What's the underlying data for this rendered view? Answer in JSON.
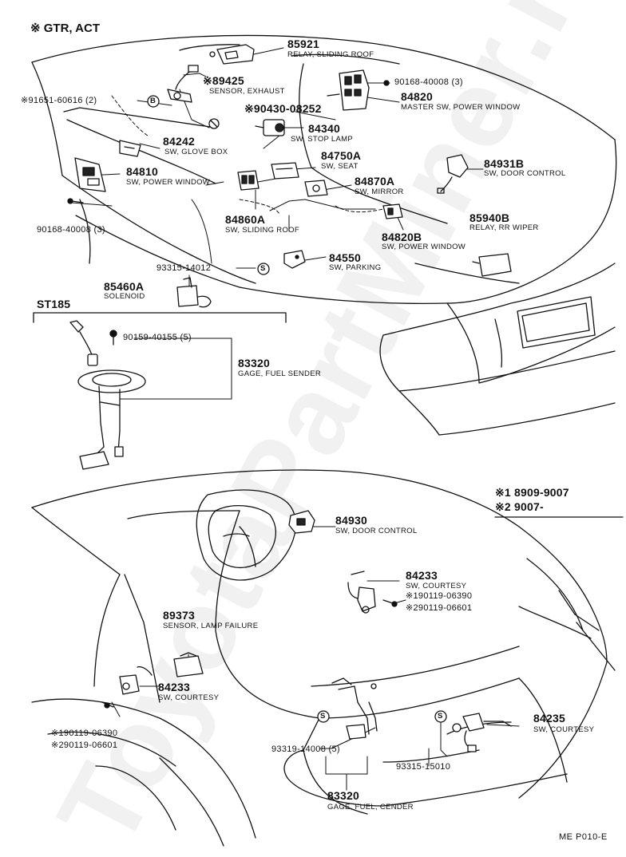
{
  "header": {
    "variant_top": "※ GTR, ACT",
    "variant_mid": "ST185"
  },
  "legend": {
    "note1": "※1  8909-9007",
    "note2": "※2  9007-"
  },
  "footer": {
    "page_code": "ME P010-E"
  },
  "watermark": "ToyotaPartMiner.ru",
  "parts": {
    "p85921": {
      "number": "85921",
      "desc": "RELAY, SLIDING ROOF"
    },
    "p89425": {
      "number": "※89425",
      "desc": "SENSOR, EXHAUST"
    },
    "p91651": {
      "number": "※91651-60616 (2)"
    },
    "p90168a": {
      "number": "90168-40008 (3)"
    },
    "p84820": {
      "number": "84820",
      "desc": "MASTER SW, POWER WINDOW"
    },
    "p90430": {
      "number": "※90430-08252"
    },
    "p84340": {
      "number": "84340",
      "desc": "SW, STOP LAMP"
    },
    "p84242": {
      "number": "84242",
      "desc": "SW, GLOVE BOX"
    },
    "p84750A": {
      "number": "84750A",
      "desc": "SW, SEAT"
    },
    "p84931B": {
      "number": "84931B",
      "desc": "SW, DOOR CONTROL"
    },
    "p84810": {
      "number": "84810",
      "desc": "SW, POWER WINDOW"
    },
    "p84870A": {
      "number": "84870A",
      "desc": "SW, MIRROR"
    },
    "p90168b": {
      "number": "90168-40008 (3)"
    },
    "p84860A": {
      "number": "84860A",
      "desc": "SW, SLIDING ROOF"
    },
    "p85940B": {
      "number": "85940B",
      "desc": "RELAY, RR WIPER"
    },
    "p84820B": {
      "number": "84820B",
      "desc": "SW, POWER WINDOW"
    },
    "p93315a": {
      "number": "93315-14012"
    },
    "p84550": {
      "number": "84550",
      "desc": "SW, PARKING"
    },
    "p85460A": {
      "number": "85460A",
      "desc": "SOLENOID"
    },
    "p90159": {
      "number": "90159-40155 (5)"
    },
    "p83320a": {
      "number": "83320",
      "desc": "GAGE, FUEL SENDER"
    },
    "p84930": {
      "number": "84930",
      "desc": "SW, DOOR CONTROL"
    },
    "p84233a": {
      "number": "84233",
      "desc": "SW, COURTESY"
    },
    "p190119a": {
      "number": "※190119-06390"
    },
    "p290119a": {
      "number": "※290119-06601"
    },
    "p89373": {
      "number": "89373",
      "desc": "SENSOR, LAMP FAILURE"
    },
    "p84233b": {
      "number": "84233",
      "desc": "SW, COURTESY"
    },
    "p84235": {
      "number": "84235",
      "desc": "SW, COURTESY"
    },
    "p190119b": {
      "number": "※190119-06390"
    },
    "p290119b": {
      "number": "※290119-06601"
    },
    "p93319": {
      "number": "93319-14008 (5)"
    },
    "p93315b": {
      "number": "93315-15010"
    },
    "p83320b": {
      "number": "83320",
      "desc": "GAGE, FUEL, CENDER"
    }
  },
  "markers": {
    "s_symbol": "S",
    "b_symbol": "B"
  }
}
